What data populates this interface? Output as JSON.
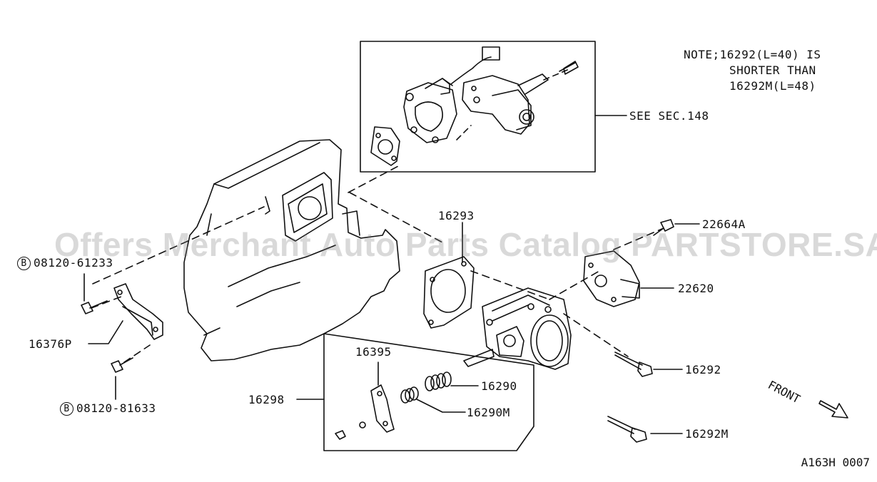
{
  "note": {
    "line1": "NOTE;16292(L=40) IS",
    "line2": "SHORTER THAN",
    "line3": "16292M(L=48)"
  },
  "callouts": {
    "see_sec": "SEE SEC.148",
    "p16293": "16293",
    "p22664a": "22664A",
    "p22620": "22620",
    "p16292": "16292",
    "p16292m": "16292M",
    "p16290": "16290",
    "p16290m": "16290M",
    "p16395": "16395",
    "p16298": "16298",
    "p16376p": "16376P",
    "bolt1_prefix": "B",
    "bolt1": "08120-61233",
    "bolt2_prefix": "B",
    "bolt2": "08120-81633"
  },
  "front_label": "FRONT",
  "drawing_id": "A163H 0007",
  "watermark": "Offers Merchant Auto Parts Catalog PARTSTORE.SA"
}
